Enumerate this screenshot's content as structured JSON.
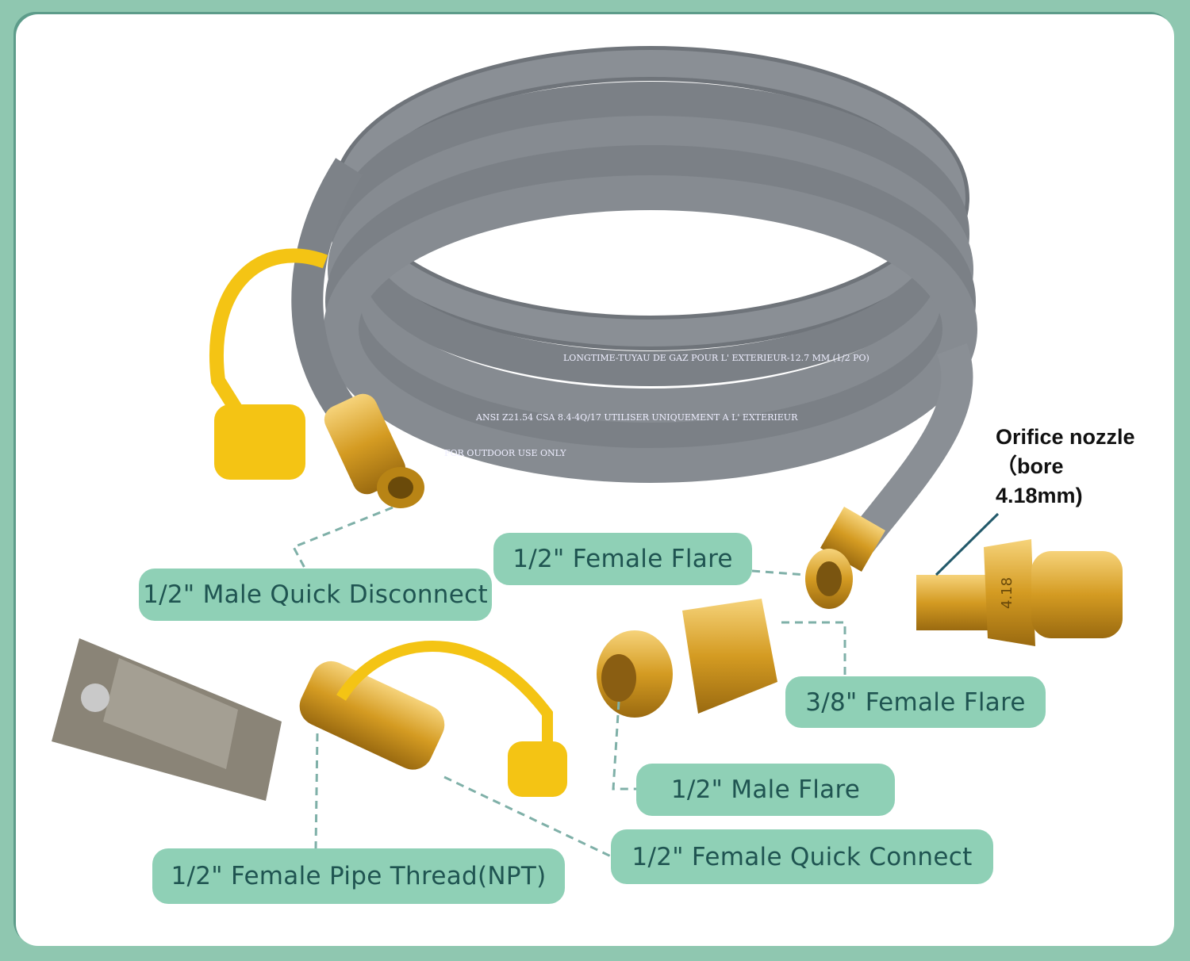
{
  "labels": {
    "female_flare_half": "1/2\" Female Flare",
    "male_quick_disconnect": "1/2\" Male Quick Disconnect",
    "female_flare_three_eighths": "3/8\" Female Flare",
    "male_flare": "1/2\" Male Flare",
    "female_quick_connect": "1/2\" Female Quick Connect",
    "female_pipe_thread": "1/2\" Female Pipe Thread(NPT)"
  },
  "orifice_note": {
    "line1": "Orifice nozzle",
    "line2": "（bore",
    "line3": "4.18mm)"
  },
  "product_markings": {
    "hose_line_a": "LONGTIME-TUYAU DE GAZ POUR L' EXTERIEUR-12.7 MM (1/2 PO)",
    "hose_line_b": "ANSI Z21.54 CSA 8.4-4Q/17 UTILISER UNIQUEMENT A L' EXTERIEUR",
    "hose_line_c": "FOR OUTDOOR USE ONLY",
    "nozzle_stamp": "4.18"
  },
  "colors": {
    "frame": "#8fc7b0",
    "pill": "#8fd0b6",
    "pill_text": "#1f5451",
    "hose": "#7d8288",
    "brass": "#d9a62a",
    "cap": "#f4c414"
  }
}
